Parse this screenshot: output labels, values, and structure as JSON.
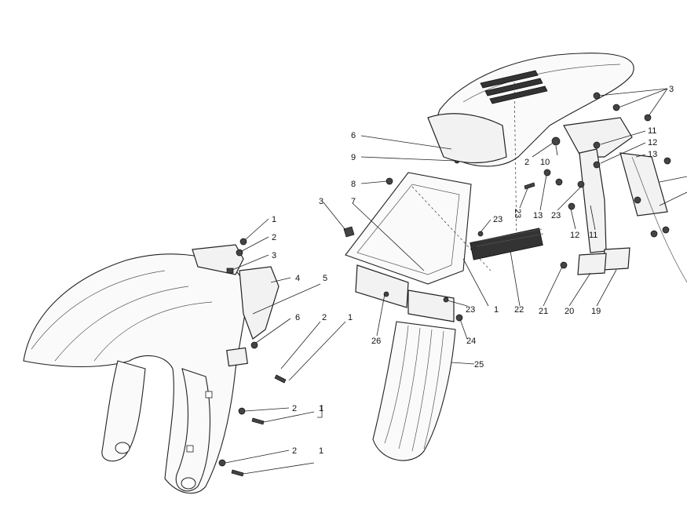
{
  "diagram": {
    "callouts": [
      {
        "id": "c-f1a",
        "label": "1"
      },
      {
        "id": "c-f2a",
        "label": "2"
      },
      {
        "id": "c-f3a",
        "label": "3"
      },
      {
        "id": "c-f4",
        "label": "4"
      },
      {
        "id": "c-f5",
        "label": "5"
      },
      {
        "id": "c-f6",
        "label": "6"
      },
      {
        "id": "c-f2b",
        "label": "2"
      },
      {
        "id": "c-f1b",
        "label": "1"
      },
      {
        "id": "c-f2c",
        "label": "2"
      },
      {
        "id": "c-f1c",
        "label": "1"
      },
      {
        "id": "c-f2d",
        "label": "2"
      },
      {
        "id": "c-f1d",
        "label": "1"
      },
      {
        "id": "c-m3",
        "label": "3"
      },
      {
        "id": "c-m7",
        "label": "7"
      },
      {
        "id": "c-m6",
        "label": "6"
      },
      {
        "id": "c-m9",
        "label": "9"
      },
      {
        "id": "c-m8",
        "label": "8"
      },
      {
        "id": "c-m23a",
        "label": "23"
      },
      {
        "id": "c-m23b",
        "label": "23"
      },
      {
        "id": "c-m1",
        "label": "1"
      },
      {
        "id": "c-m22",
        "label": "22"
      },
      {
        "id": "c-m24",
        "label": "24"
      },
      {
        "id": "c-m25",
        "label": "25"
      },
      {
        "id": "c-m26",
        "label": "26"
      },
      {
        "id": "c-r2",
        "label": "2"
      },
      {
        "id": "c-r10",
        "label": "10"
      },
      {
        "id": "c-r23a",
        "label": "23"
      },
      {
        "id": "c-r13a",
        "label": "13"
      },
      {
        "id": "c-r23b",
        "label": "23"
      },
      {
        "id": "c-r12a",
        "label": "12"
      },
      {
        "id": "c-r11a",
        "label": "11"
      },
      {
        "id": "c-r3",
        "label": "3"
      },
      {
        "id": "c-r11b",
        "label": "11"
      },
      {
        "id": "c-r12b",
        "label": "12"
      },
      {
        "id": "c-r13b",
        "label": "13"
      },
      {
        "id": "c-r21",
        "label": "21"
      },
      {
        "id": "c-r20",
        "label": "20"
      },
      {
        "id": "c-r19",
        "label": "19"
      }
    ]
  }
}
